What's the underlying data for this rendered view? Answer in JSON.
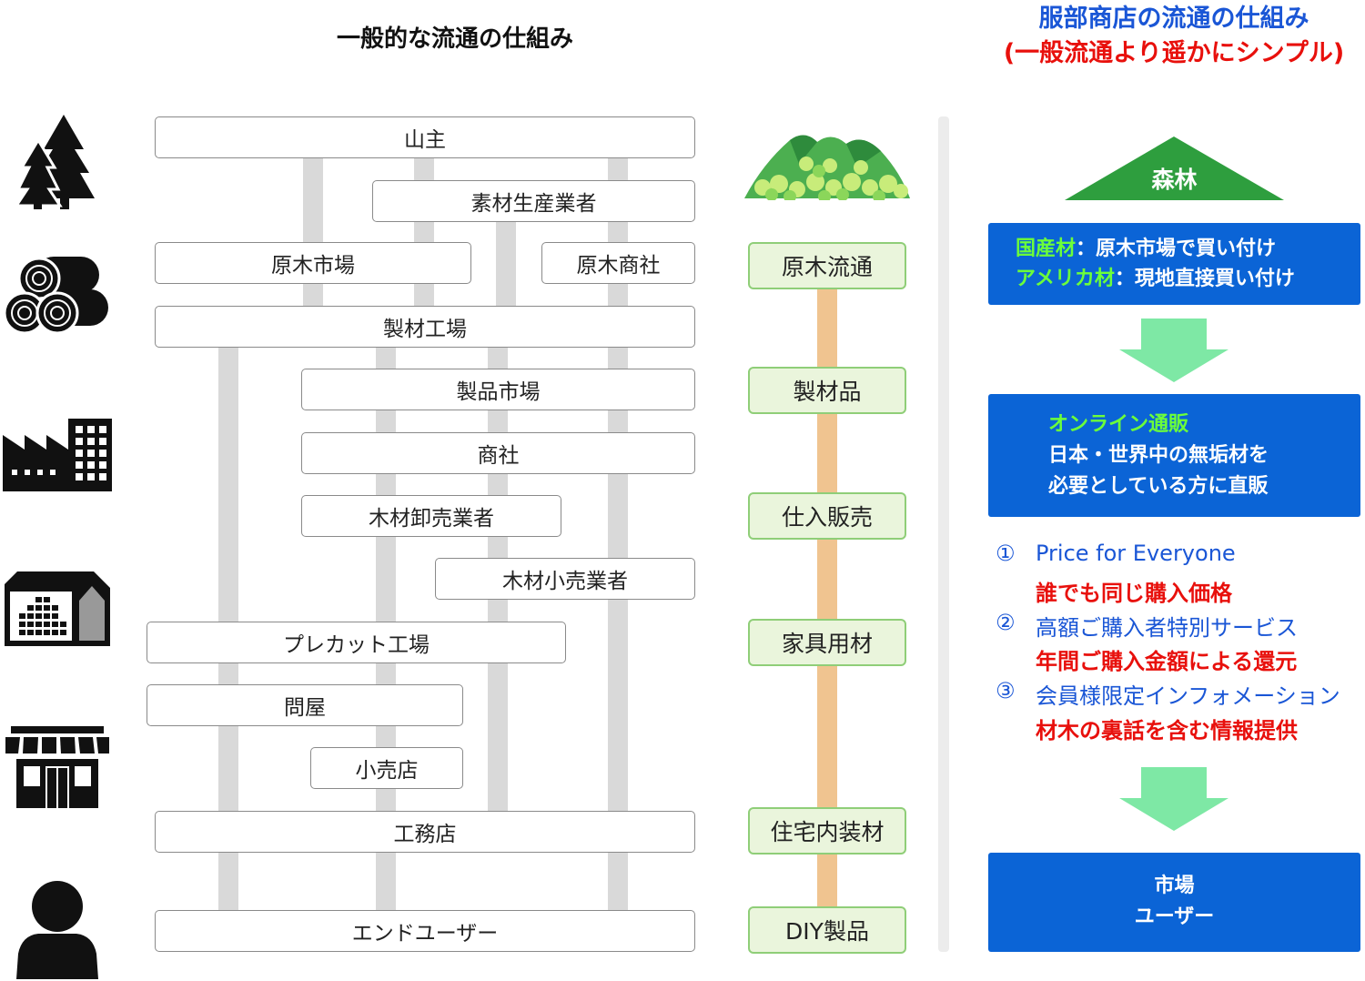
{
  "left_title": "一般的な流通の仕組み",
  "right_title_line1": "服部商店の流通の仕組み",
  "right_title_line2": "(一般流通より遥かにシンプル)",
  "flow_boxes": {
    "yamanushi": "山主",
    "sozai": "素材生産業者",
    "genboku_ichiba": "原木市場",
    "genboku_shosha": "原木商社",
    "seizai_kojo": "製材工場",
    "seihin_ichiba": "製品市場",
    "shosha": "商社",
    "oroshi": "木材卸売業者",
    "kouri_gyosha": "木材小売業者",
    "precut": "プレカット工場",
    "tonya": "問屋",
    "kouriten": "小売店",
    "koumuten": "工務店",
    "end_user": "エンドユーザー"
  },
  "categories": [
    "原木流通",
    "製材品",
    "仕入販売",
    "家具用材",
    "住宅内装材",
    "DIY製品"
  ],
  "right_flow": {
    "forest": "森林",
    "box1_a_highlight": "国産材",
    "box1_a_rest": "：原木市場で買い付け",
    "box1_b_highlight": "アメリカ材",
    "box1_b_rest": "：現地直接買い付け",
    "box2_highlight": "オンライン通販",
    "box2_line2": "日本・世界中の無垢材を",
    "box2_line3": "必要としている方に直販",
    "box3_line1": "市場",
    "box3_line2": "ユーザー"
  },
  "benefits": [
    {
      "num": "①",
      "title": "Price for Everyone",
      "desc": "誰でも同じ購入価格"
    },
    {
      "num": "②",
      "title": "高額ご購入者特別サービス",
      "desc": "年間ご購入金額による還元"
    },
    {
      "num": "③",
      "title": "会員様限定インフォメーション",
      "desc": "材木の裏話を含む情報提供"
    }
  ],
  "colors": {
    "gray_bar": "#d9d9d9",
    "orange_bar": "#f0c490",
    "green_box_bg": "#eaf5dc",
    "green_box_border": "#8fce78",
    "blue_box": "#0b64d6",
    "arrow_green": "#7ee8a5",
    "forest_green": "#2e9e3e",
    "red": "#e8100c",
    "blue_text": "#1a56d6"
  },
  "icons": [
    "trees-icon",
    "logs-icon",
    "factory-icon",
    "warehouse-icon",
    "shop-icon",
    "person-icon",
    "mountain-forest-icon"
  ]
}
